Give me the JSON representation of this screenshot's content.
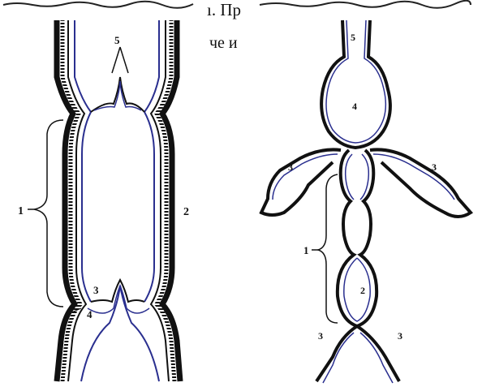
{
  "header": {
    "line1_fragment": "ı. Пр",
    "line1_tail": "",
    "line2_fragment": "че и"
  },
  "figure_left": {
    "labels": {
      "one": "1",
      "two": "2",
      "three": "3",
      "four": "4",
      "five": "5"
    }
  },
  "figure_right": {
    "labels": {
      "one": "1",
      "two": "2",
      "three_a": "3",
      "three_b": "3",
      "three_c": "3",
      "three_d": "3",
      "four": "4",
      "five": "5"
    }
  },
  "colors": {
    "outline": "#111111",
    "inner": "#2a2f8f",
    "background": "#ffffff"
  }
}
